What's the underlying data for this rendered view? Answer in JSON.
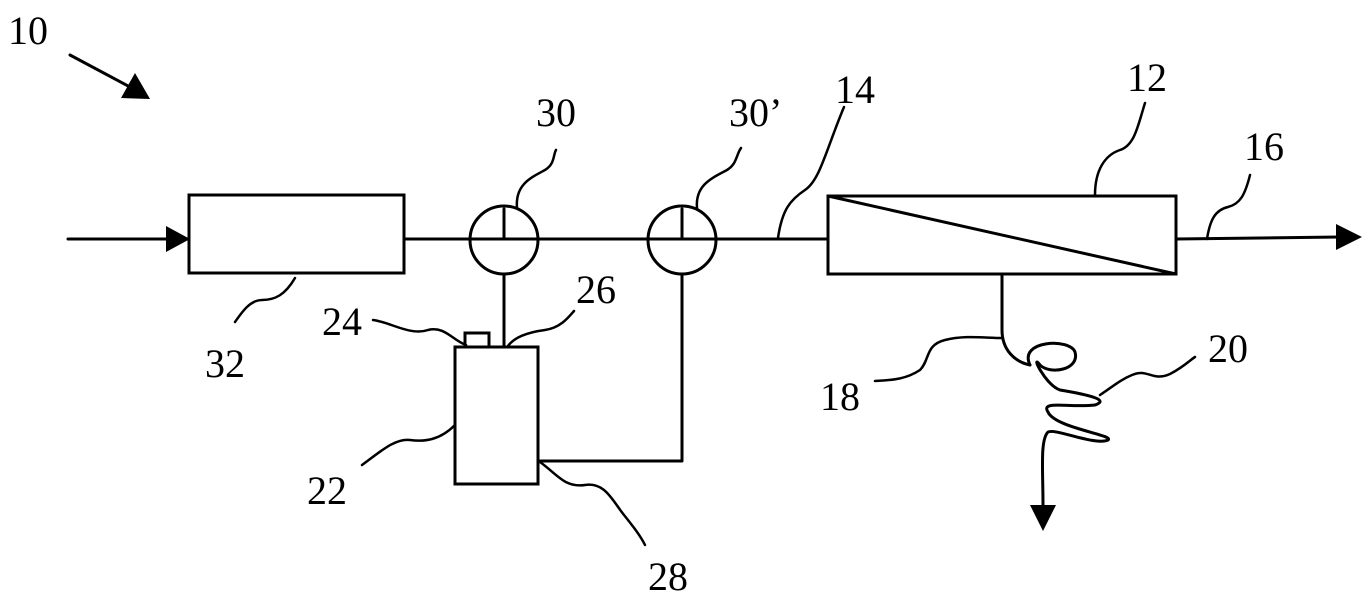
{
  "labels": {
    "system": "10",
    "pretreatment": "32",
    "valve_a": "30",
    "valve_b": "30’",
    "feed_line": "14",
    "membrane_module": "12",
    "permeate_outlet": "16",
    "concentrate_line": "18",
    "coil": "20",
    "reservoir": "22",
    "cap": "24",
    "reservoir_outlet": "26",
    "return_line": "28"
  }
}
